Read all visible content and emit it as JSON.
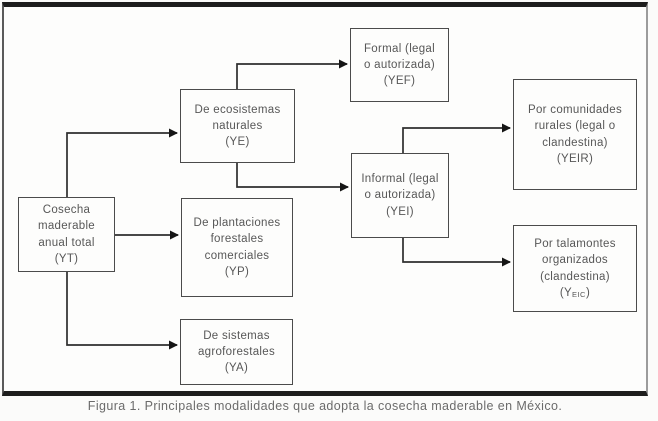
{
  "figure": {
    "caption": "Figura 1. Principales modalidades que adopta la cosecha maderable en México."
  },
  "nodes": {
    "yt": {
      "lines": [
        "Cosecha",
        "maderable",
        "anual total",
        "(YT)"
      ]
    },
    "ye": {
      "lines": [
        "De ecosistemas",
        "naturales",
        "(YE)"
      ]
    },
    "yp": {
      "lines": [
        "De plantaciones",
        "forestales",
        "comerciales",
        "(YP)"
      ]
    },
    "ya": {
      "lines": [
        "De sistemas",
        "agroforestales",
        "(YA)"
      ]
    },
    "yef": {
      "lines": [
        "Formal (legal",
        "o autorizada)",
        "(YEF)"
      ]
    },
    "yei": {
      "lines": [
        "Informal (legal",
        "o autorizada)",
        "(YEI)"
      ]
    },
    "yeir": {
      "lines": [
        "Por comunidades",
        "rurales (legal o",
        "clandestina)",
        "(YEIR)"
      ]
    },
    "yeic": {
      "lines": [
        "Por talamontes",
        "organizados",
        "(clandestina)"
      ],
      "label_prefix": "(Y",
      "label_sub": "EIC",
      "label_suffix": ")"
    }
  },
  "colors": {
    "frame": "#1d1d1d",
    "box_border": "#4b4b4b",
    "connector": "#2e2e2e",
    "text": "#575757"
  }
}
